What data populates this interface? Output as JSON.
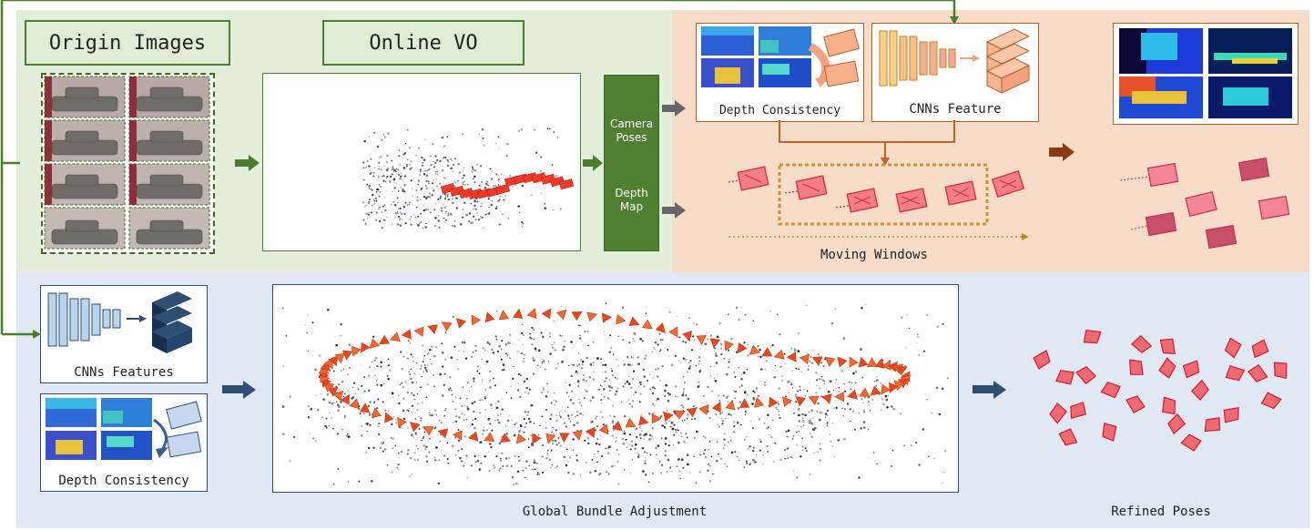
{
  "top_section": {
    "origin_images_title": "Origin Images",
    "online_vo_title": "Online VO",
    "camera_poses_label": "Camera\nPoses",
    "depth_map_label": "Depth\nMap",
    "depth_consistency_label": "Depth Consistency",
    "cnns_feature_label": "CNNs Feature",
    "moving_windows_label": "Moving Windows"
  },
  "bottom_section": {
    "cnns_features_label": "CNNs Features",
    "depth_consistency_label": "Depth Consistency",
    "global_ba_label": "Global Bundle Adjustment",
    "refined_poses_label": "Refined Poses"
  },
  "colors": {
    "green_bg": "#e3efda",
    "green_dark": "#4b7d2e",
    "salmon_bg": "#f8dcca",
    "salmon_border": "#b3602f",
    "blue_bg": "#dfe8f3",
    "blue_dark": "#2e4e74",
    "pose_red": "#e2333b",
    "trajectory_orange": "#ef5326"
  }
}
